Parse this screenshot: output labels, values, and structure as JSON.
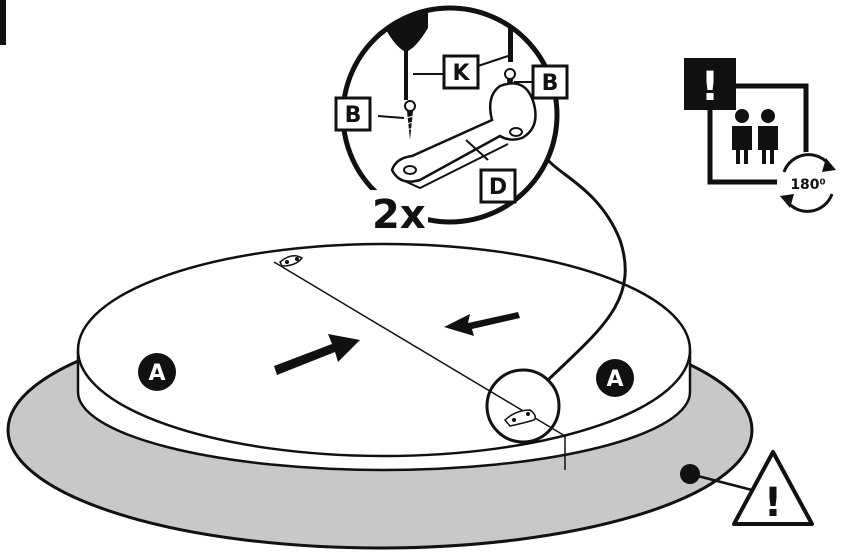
{
  "parts": {
    "screw_label": "B",
    "tool_label": "K",
    "bracket_label": "D",
    "panel_label": "A"
  },
  "quantity_text": "2x",
  "rotation_text": "180⁰",
  "warning_symbol": "!",
  "icons": [
    "two-person-icon",
    "rotate-180-icon",
    "warning-triangle-icon",
    "drill-icon",
    "screw-icon"
  ],
  "colors": {
    "ink": "#111111",
    "rug": "#c8c8c8",
    "panel": "#ffffff"
  }
}
